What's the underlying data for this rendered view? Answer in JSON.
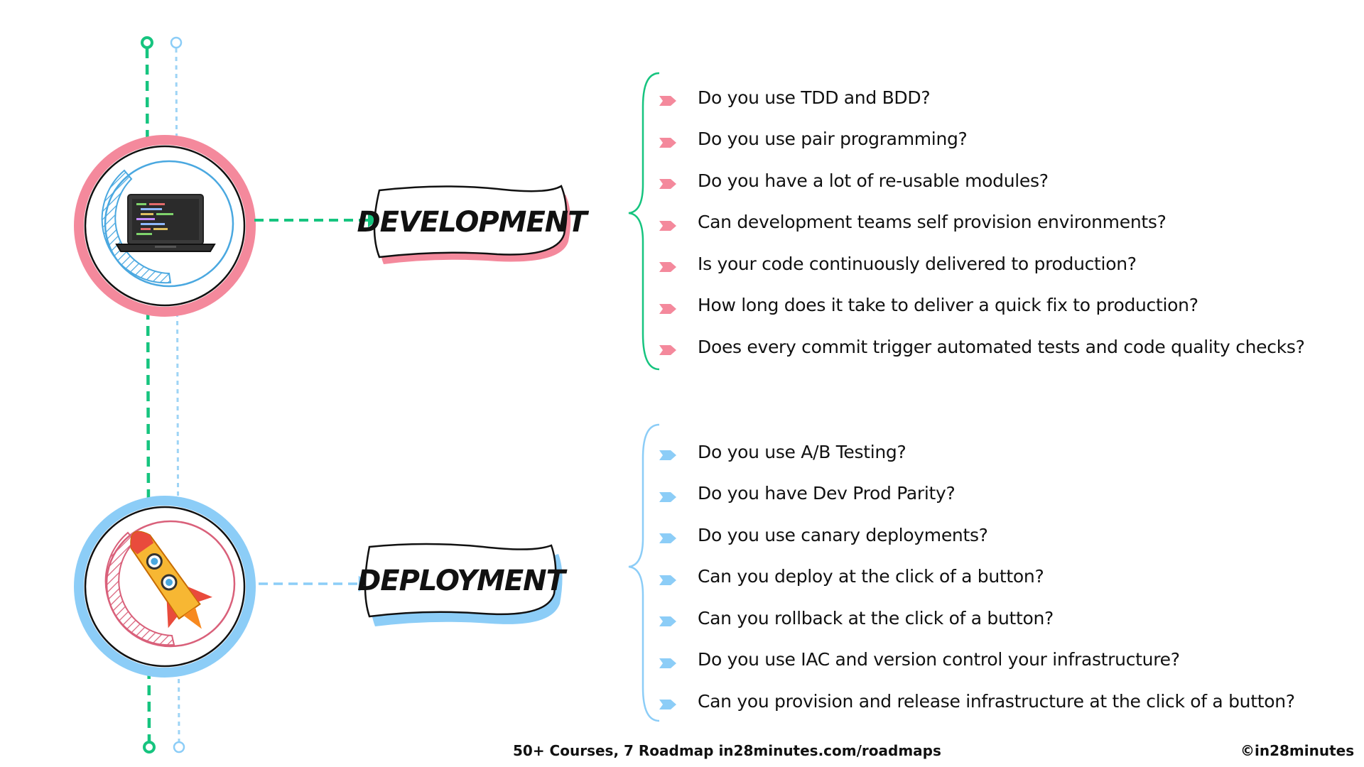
{
  "colors": {
    "pink": "#f4899c",
    "blue": "#8ccdf7",
    "green": "#16c47f",
    "green_dark": "#10b981",
    "blue_light": "#9ed4f5",
    "ink": "#111111"
  },
  "icons": {
    "development": "laptop-icon",
    "deployment": "rocket-icon"
  },
  "sections": {
    "development": {
      "title": "DEVELOPMENT",
      "questions": [
        "Do you use TDD and BDD?",
        "Do you use pair programming?",
        "Do you have a lot of re-usable modules?",
        "Can development teams self provision environments?",
        "Is your code continuously delivered to production?",
        "How long does it take to deliver a quick fix to production?",
        "Does every commit trigger automated tests and code quality checks?"
      ]
    },
    "deployment": {
      "title": "DEPLOYMENT",
      "questions": [
        "Do you use A/B Testing?",
        "Do you have Dev Prod Parity?",
        "Do you use canary deployments?",
        "Can you deploy at the click of a button?",
        "Can you rollback at the click of a button?",
        "Do you use IAC and version control your infrastructure?",
        "Can you provision and release infrastructure at the click of a button?"
      ]
    }
  },
  "footer": {
    "promo": "50+ Courses, 7 Roadmap in28minutes.com/roadmaps",
    "credit": "©in28minutes"
  }
}
